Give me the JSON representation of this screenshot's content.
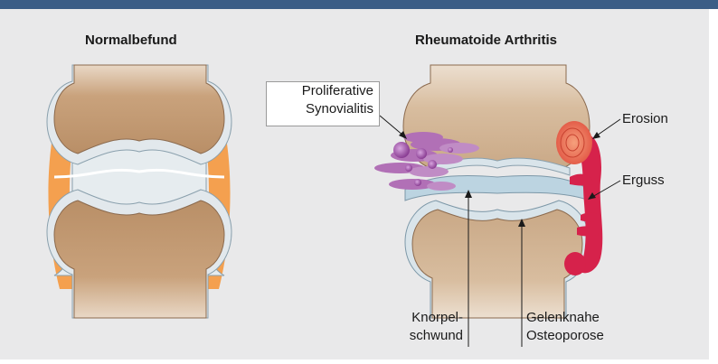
{
  "titles": {
    "normal": "Normalbefund",
    "ra": "Rheumatoide Arthritis"
  },
  "labels": {
    "synovialitis_line1": "Proliferative",
    "synovialitis_line2": "Synovialitis",
    "erosion": "Erosion",
    "erguss": "Erguss",
    "knorpel_line1": "Knorpel-",
    "knorpel_line2": "schwund",
    "osteo_line1": "Gelenknahe",
    "osteo_line2": "Osteoporose"
  },
  "colors": {
    "bone": "#c7a07b",
    "bone_light": "#e6d2bd",
    "cartilage": "#e4eaee",
    "capsule": "#f4a04f",
    "inflamed": "#d6224b",
    "synovium": "#b170b6",
    "header": "#3b5d86",
    "panel": "#e9e9ea"
  }
}
